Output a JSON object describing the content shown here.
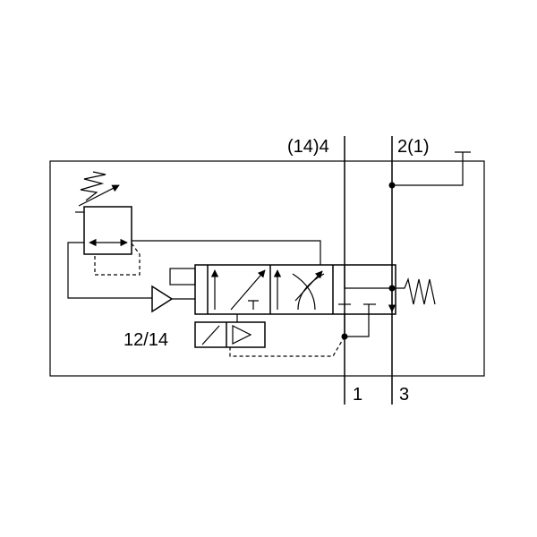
{
  "diagram": {
    "ports": {
      "port_14_4": "(14)4",
      "port_2_1": "2(1)",
      "port_1": "1",
      "port_3": "3"
    },
    "pilot_label": "12/14"
  }
}
